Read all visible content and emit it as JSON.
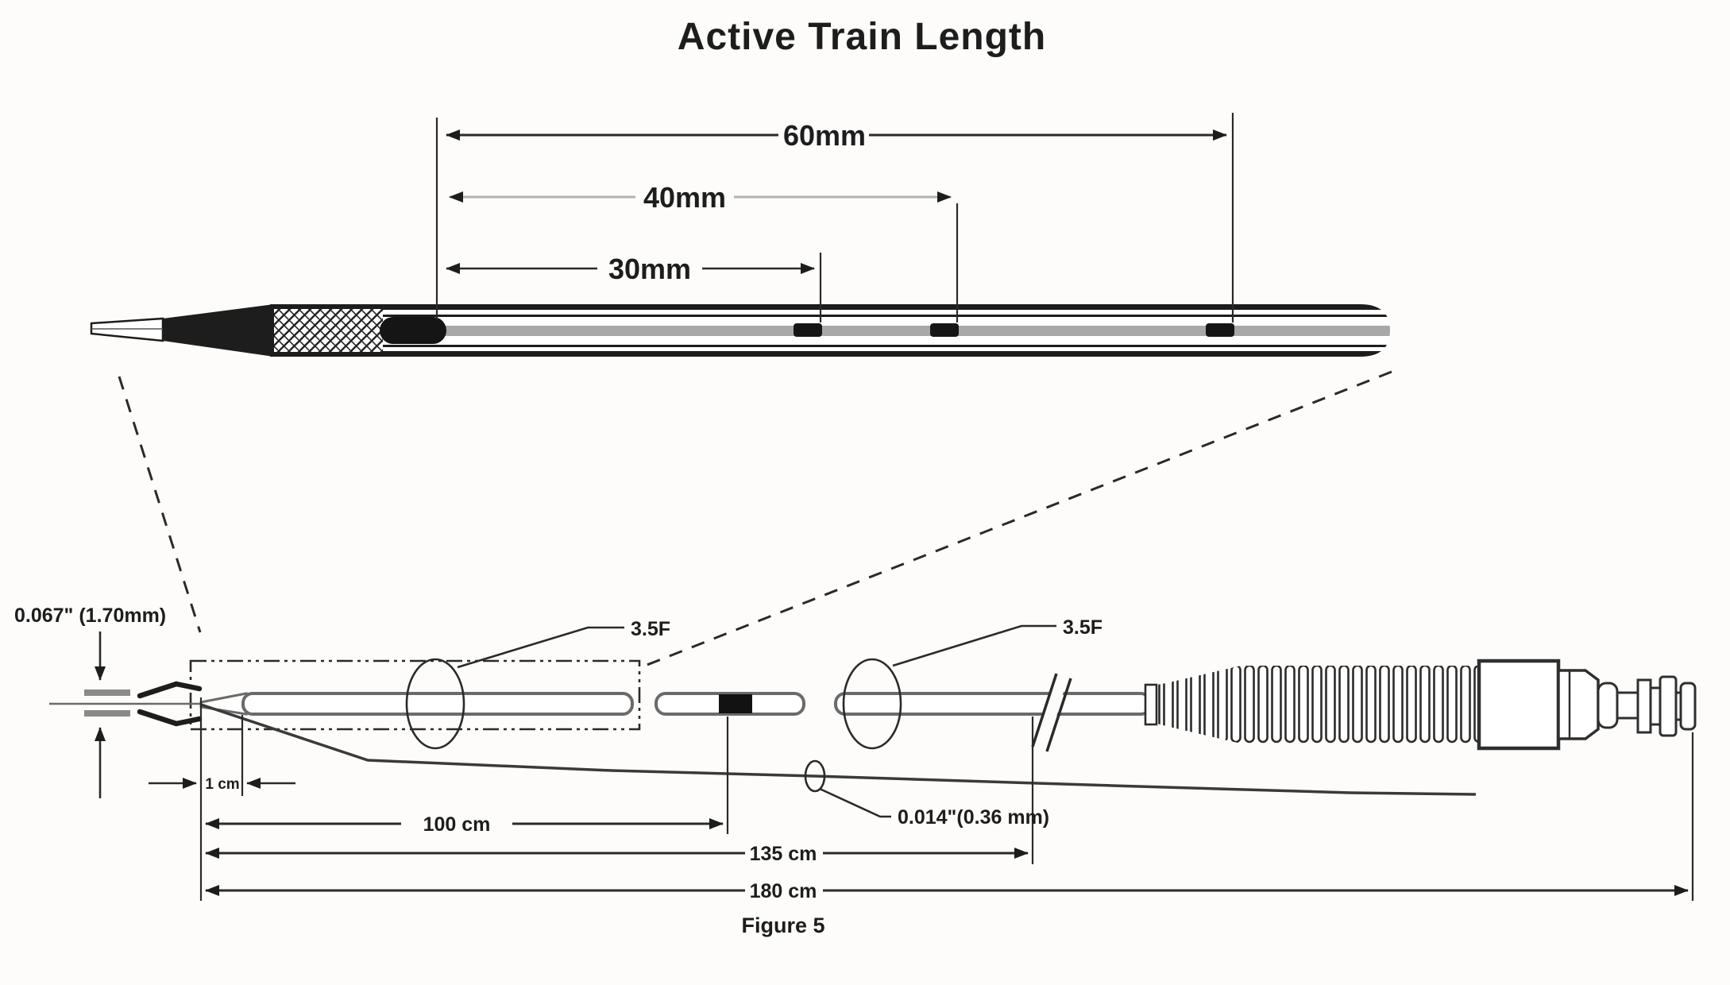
{
  "title": "Active Train Length",
  "caption": "Figure 5",
  "top_view": {
    "dim_60mm": "60mm",
    "dim_40mm": "40mm",
    "dim_30mm": "30mm"
  },
  "side_view": {
    "tip_outer_diameter": "0.067\" (1.70mm)",
    "catheter_size_distal": "3.5F",
    "catheter_size_proximal": "3.5F",
    "tip_length": "1 cm",
    "length_100": "100 cm",
    "length_135": "135 cm",
    "length_180": "180 cm",
    "guidewire_diameter": "0.014\"(0.36 mm)"
  },
  "colors": {
    "ink": "#1d1d1d",
    "shaft_grey": "#a8a8a8",
    "line_grey": "#6a6a6a"
  }
}
